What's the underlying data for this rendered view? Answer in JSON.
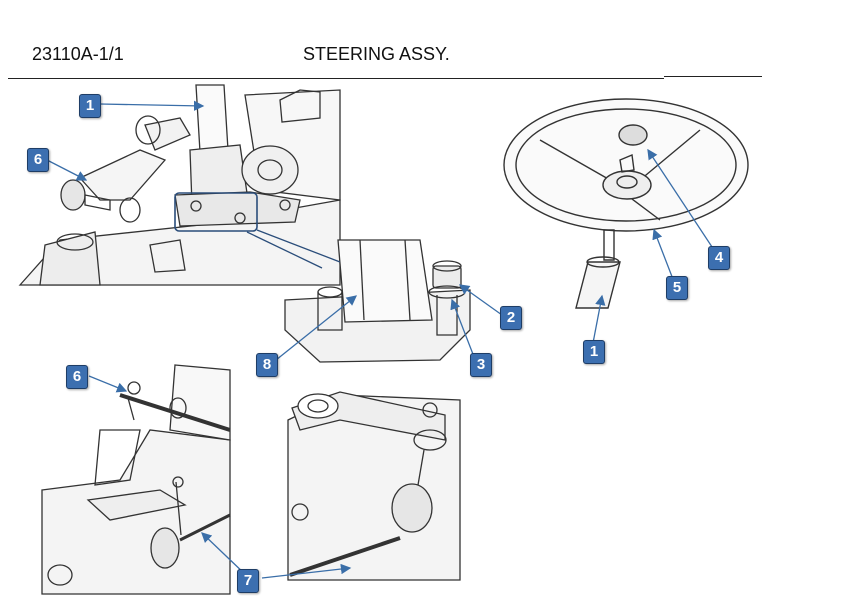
{
  "header": {
    "part_code": "23110A-1/1",
    "title": "STEERING ASSY."
  },
  "callouts": [
    "1",
    "6",
    "2",
    "3",
    "8",
    "4",
    "5",
    "1",
    "6",
    "7"
  ],
  "colors": {
    "callout_fill": "#3c6fb0",
    "leader": "#3a6ea8",
    "line_art": "#333333"
  }
}
